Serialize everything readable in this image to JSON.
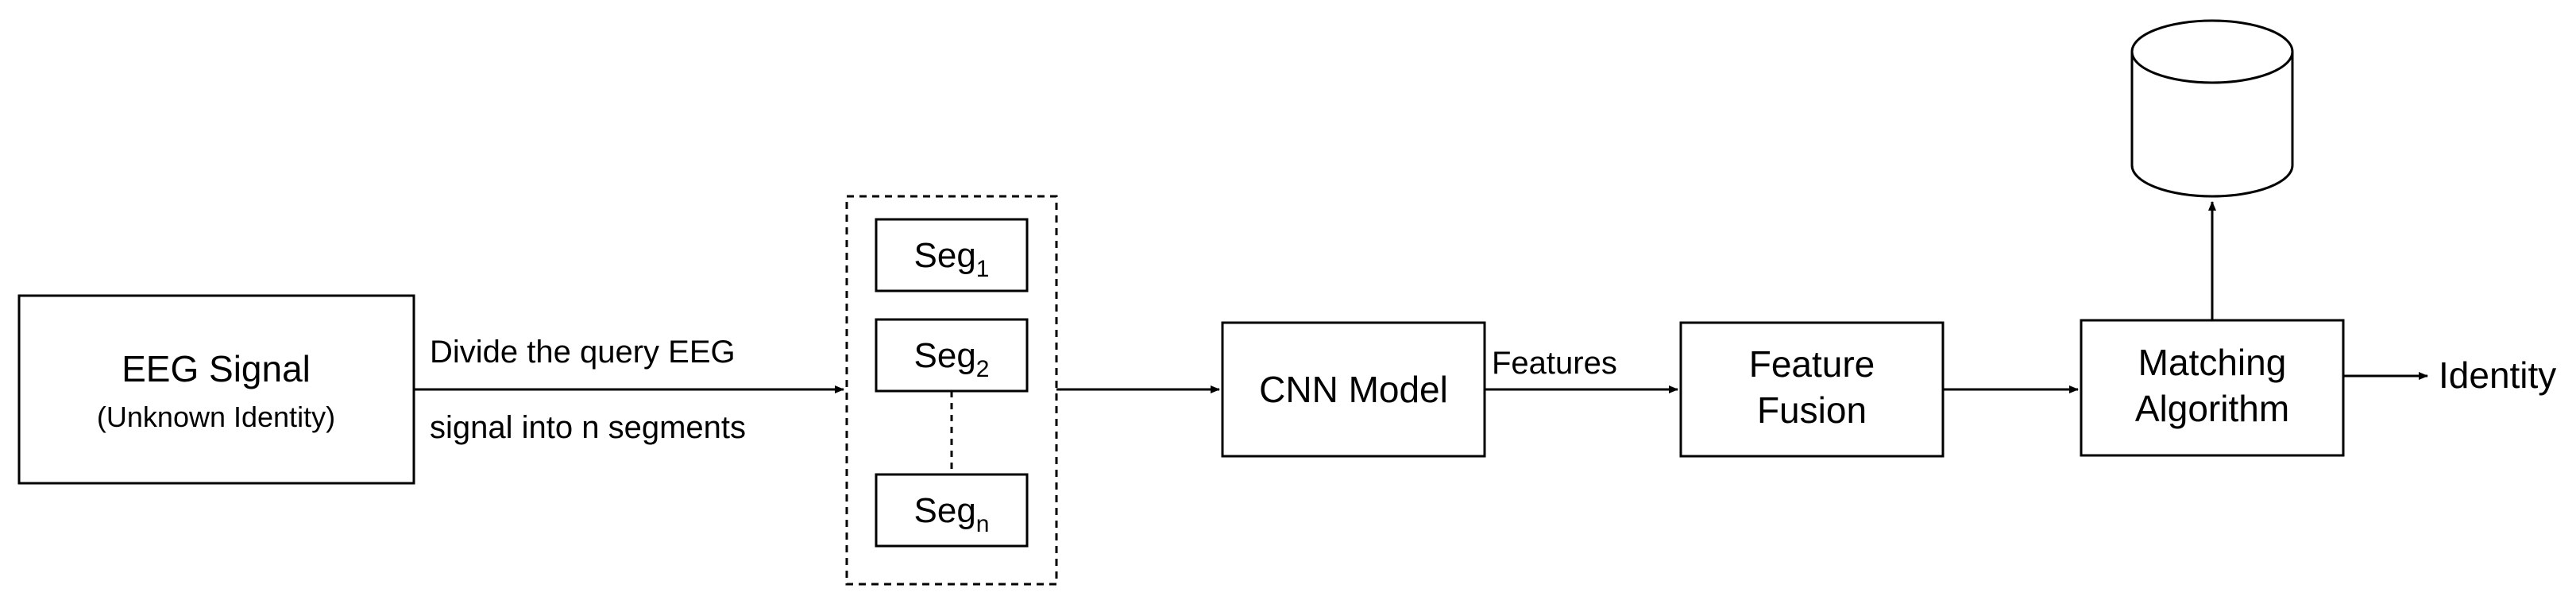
{
  "diagram": {
    "eeg_signal": {
      "title": "EEG Signal",
      "subtitle": "(Unknown Identity)"
    },
    "divide_label": {
      "line1": "Divide the query EEG",
      "line2": "signal into n segments"
    },
    "segments": [
      {
        "base": "Seg",
        "sub": "1"
      },
      {
        "base": "Seg",
        "sub": "2"
      },
      {
        "base": "Seg",
        "sub": "n"
      }
    ],
    "cnn_model": "CNN Model",
    "features_label": "Features",
    "feature_fusion": {
      "line1": "Feature",
      "line2": "Fusion"
    },
    "matching_algorithm": {
      "line1": "Matching",
      "line2": "Algorithm"
    },
    "identity_label": "Identity"
  }
}
